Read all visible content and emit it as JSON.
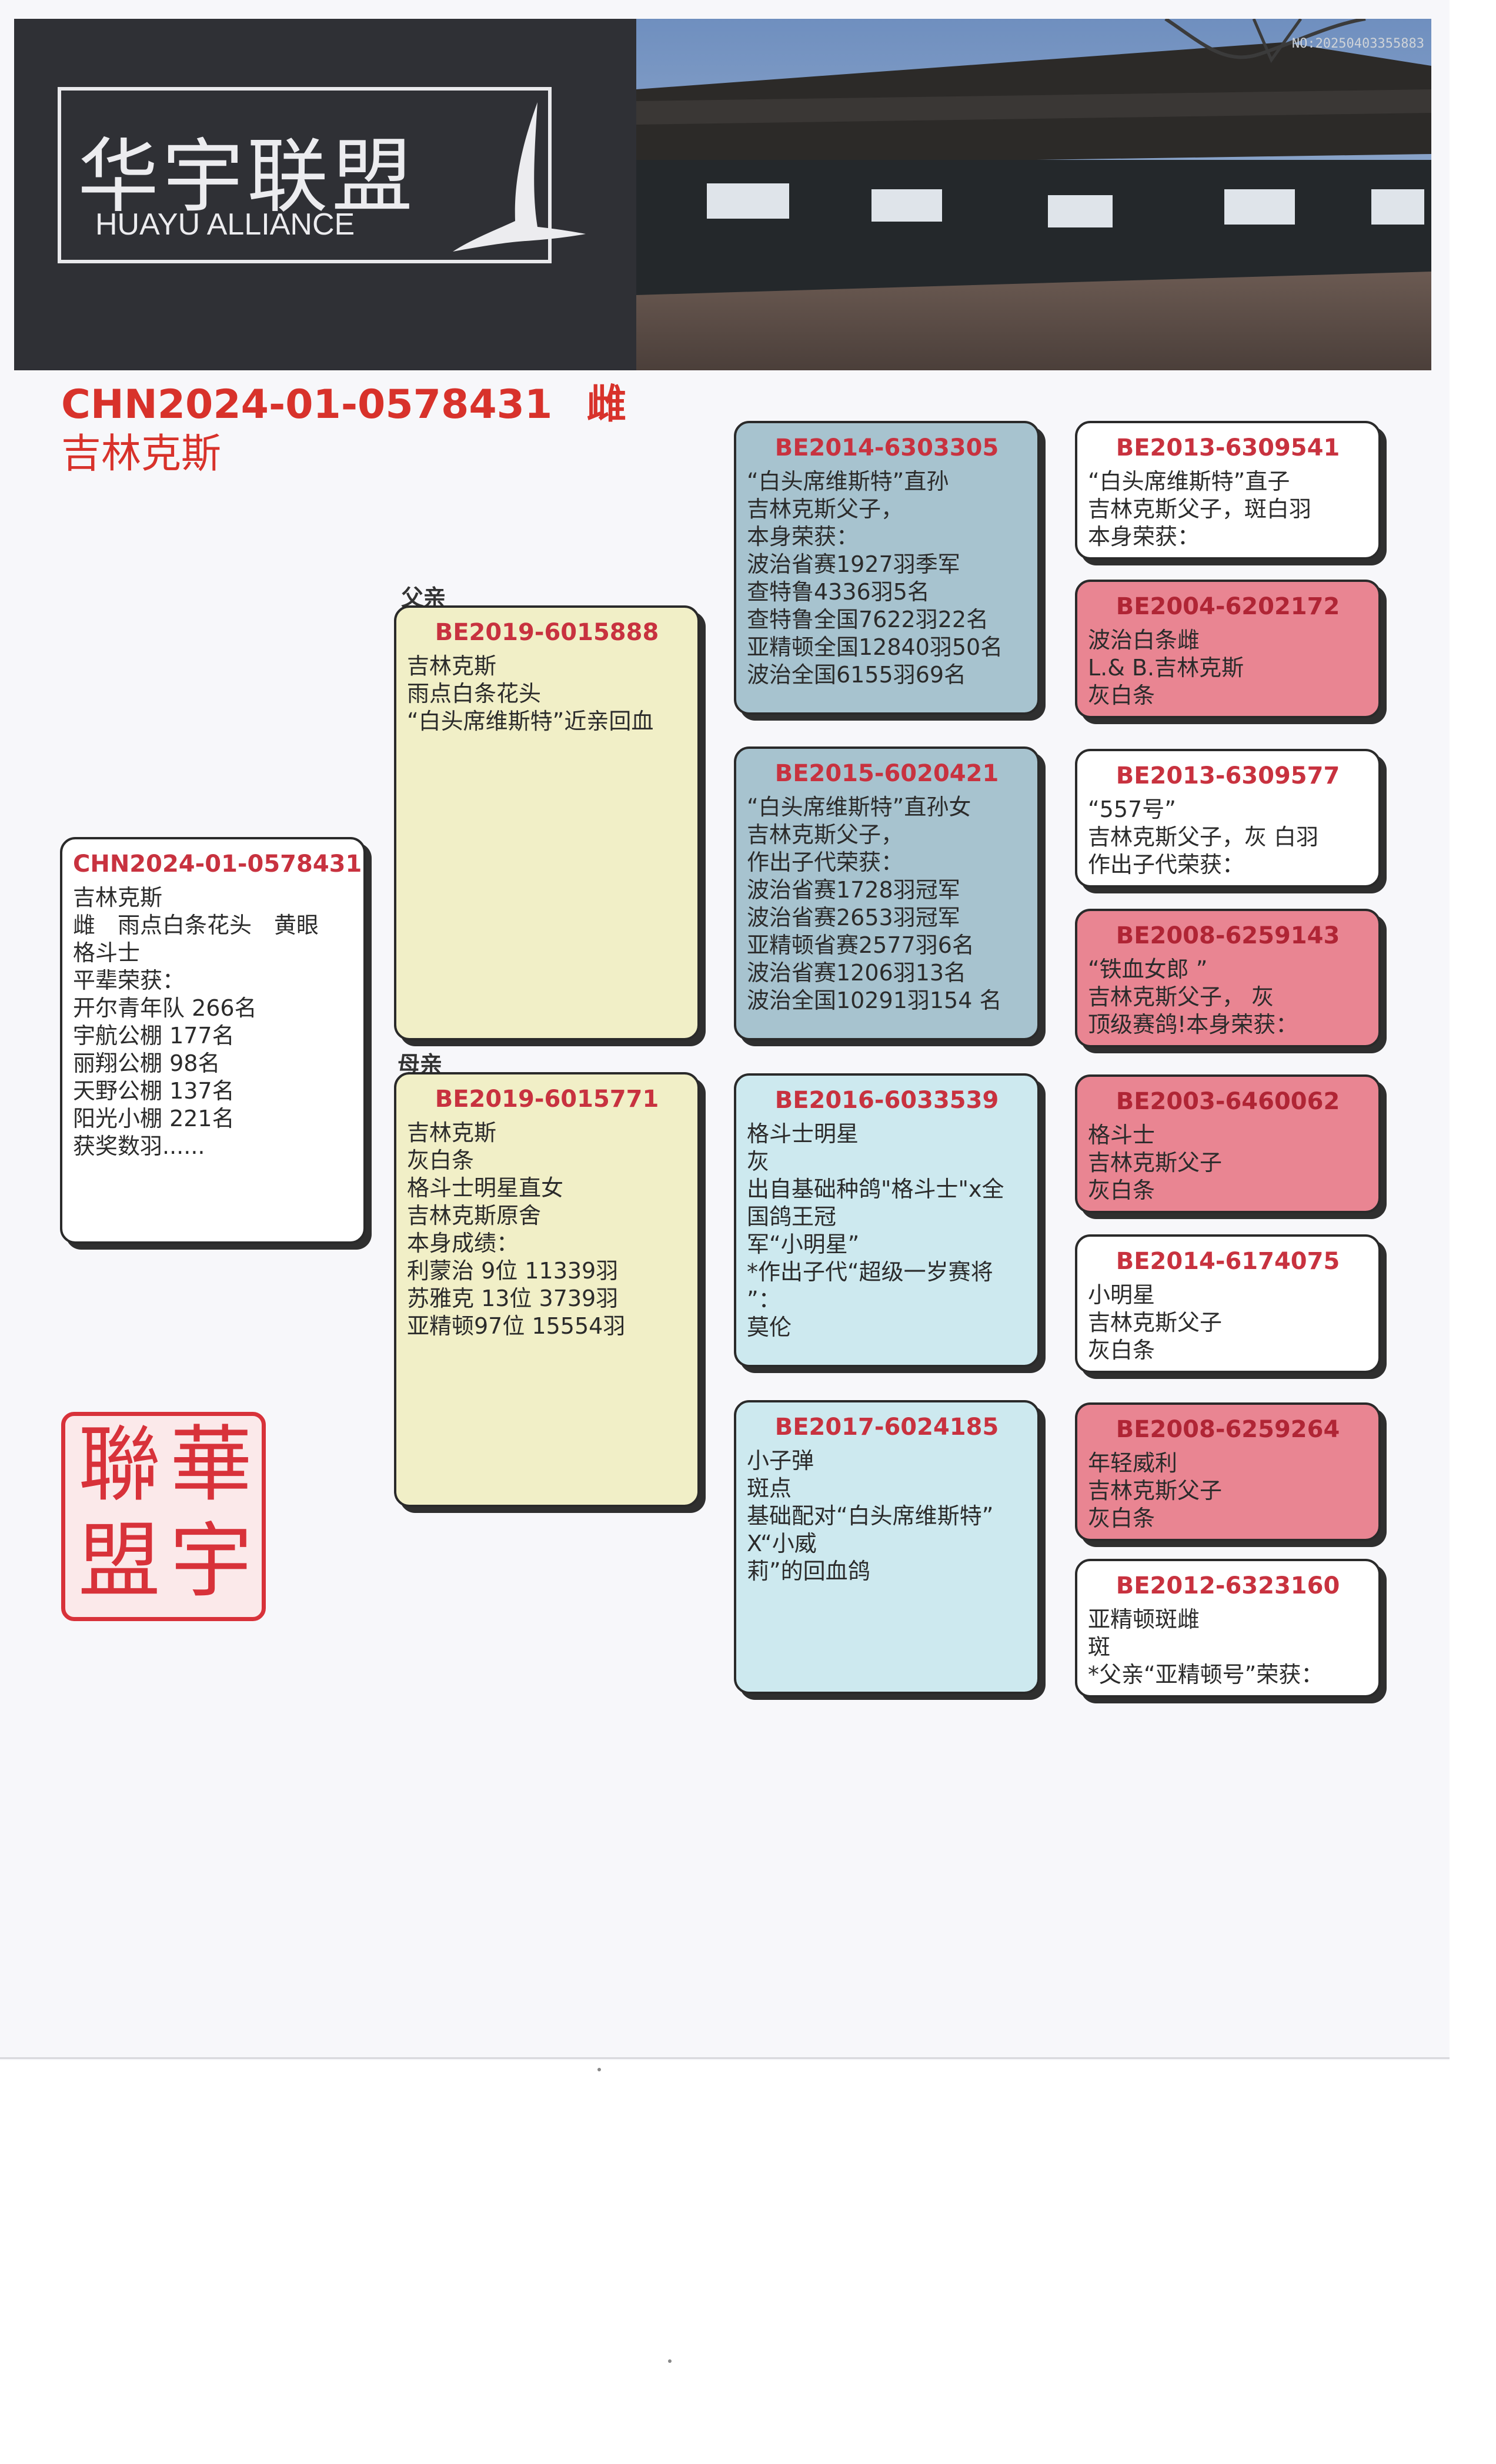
{
  "header": {
    "logo_cn": "华宇联盟",
    "logo_en": "HUAYU ALLIANCE",
    "photo_code": "NO:20250403355883"
  },
  "title": {
    "ring": "CHN2024-01-0578431",
    "sex": "雌",
    "strain": "吉林克斯"
  },
  "labels": {
    "father": "父亲",
    "mother": "母亲"
  },
  "subject": {
    "code": "CHN2024-01-0578431",
    "lines": [
      "吉林克斯",
      "雌　雨点白条花头　黄眼",
      "格斗士",
      "平辈荣获：",
      "开尔青年队 266名",
      "宇航公棚  177名",
      "丽翔公棚 98名",
      "天野公棚 137名",
      "阳光小棚 221名",
      "获奖数羽......"
    ]
  },
  "father": {
    "code": "BE2019-6015888",
    "lines": [
      "吉林克斯",
      "雨点白条花头",
      "“白头席维斯特”近亲回血"
    ]
  },
  "mother": {
    "code": "BE2019-6015771",
    "lines": [
      "吉林克斯",
      "灰白条",
      "格斗士明星直女",
      "吉林克斯原舍",
      "本身成绩：",
      "利蒙治 9位 11339羽",
      "苏雅克 13位 3739羽",
      "亚精顿97位 15554羽"
    ]
  },
  "gp1": {
    "code": "BE2014-6303305",
    "lines": [
      "“白头席维斯特”直孙",
      "吉林克斯父子，",
      "本身荣获：",
      "波治省赛1927羽季军",
      "查特鲁4336羽5名",
      "查特鲁全国7622羽22名",
      "亚精顿全国12840羽50名",
      "波治全国6155羽69名"
    ]
  },
  "gp2": {
    "code": "BE2015-6020421",
    "lines": [
      "“白头席维斯特”直孙女",
      "吉林克斯父子，",
      "作出子代荣获：",
      "波治省赛1728羽冠军",
      "波治省赛2653羽冠军",
      "亚精顿省赛2577羽6名",
      "波治省赛1206羽13名",
      "波治全国10291羽154 名"
    ]
  },
  "gp3": {
    "code": "BE2016-6033539",
    "lines": [
      "格斗士明星",
      "灰",
      "出自基础种鸽\"格斗士\"x全",
      "国鸽王冠",
      "军“小明星”",
      "*作出子代“超级一岁赛将",
      "”：",
      "莫伦"
    ]
  },
  "gp4": {
    "code": "BE2017-6024185",
    "lines": [
      "小子弹",
      "斑点",
      "基础配对“白头席维斯特”",
      "X“小威",
      "莉”的回血鸽"
    ]
  },
  "ggp1": {
    "code": "BE2013-6309541",
    "lines": [
      "“白头席维斯特”直子",
      "吉林克斯父子，斑白羽",
      "本身荣获："
    ]
  },
  "ggp2": {
    "code": "BE2004-6202172",
    "lines": [
      "波治白条雌",
      "L.& B.吉林克斯",
      "灰白条"
    ]
  },
  "ggp3": {
    "code": "BE2013-6309577",
    "lines": [
      "“557号”",
      "吉林克斯父子，灰 白羽",
      "作出子代荣获："
    ]
  },
  "ggp4": {
    "code": "BE2008-6259143",
    "lines": [
      "“铁血女郎 ”",
      "吉林克斯父子， 灰",
      "顶级赛鸽!本身荣获："
    ]
  },
  "ggp5": {
    "code": "BE2003-6460062",
    "lines": [
      "格斗士",
      "吉林克斯父子",
      "灰白条"
    ]
  },
  "ggp6": {
    "code": "BE2014-6174075",
    "lines": [
      "小明星",
      "吉林克斯父子",
      "灰白条"
    ]
  },
  "ggp7": {
    "code": "BE2008-6259264",
    "lines": [
      "年轻威利",
      "吉林克斯父子",
      "灰白条"
    ]
  },
  "ggp8": {
    "code": "BE2012-6323160",
    "lines": [
      "亚精顿斑雌",
      "斑",
      "*父亲“亚精顿号”荣获："
    ]
  },
  "stamp": {
    "chars": [
      "華",
      "宇",
      "聯",
      "盟"
    ]
  },
  "colors": {
    "accent_red": "#d8322b",
    "card_pink": "#e98592",
    "card_steel": "#a7c3cf",
    "card_sky": "#cde9ef",
    "card_yellow": "#f1efc7"
  }
}
